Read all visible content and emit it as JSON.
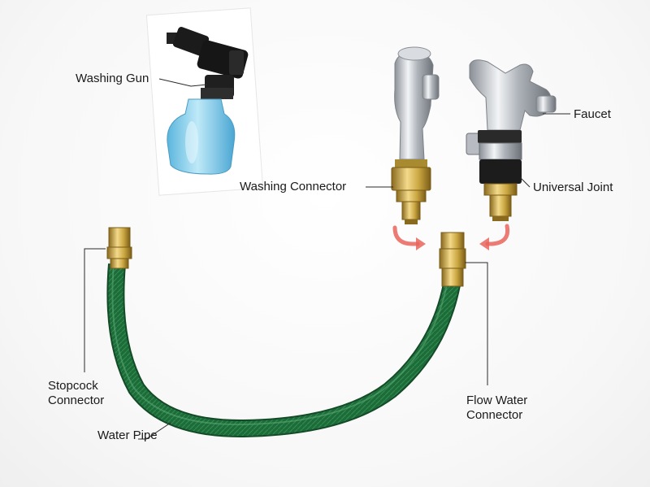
{
  "labels": {
    "washing_gun": "Washing Gun",
    "faucet": "Faucet",
    "washing_connector": "Washing Connector",
    "universal_joint": "Universal Joint",
    "stopcock_line1": "Stopcock",
    "stopcock_line2": "Connector",
    "water_pipe": "Water Pipe",
    "flow_water_line1": "Flow Water",
    "flow_water_line2": "Connector"
  },
  "colors": {
    "hose": "#1e6b3a",
    "brass": "#c9a640",
    "chrome": "#b8bcc2",
    "bottle_liquid": "#6fc6e8",
    "arrow": "#e8645a",
    "leader_line": "#2a2a2a"
  }
}
